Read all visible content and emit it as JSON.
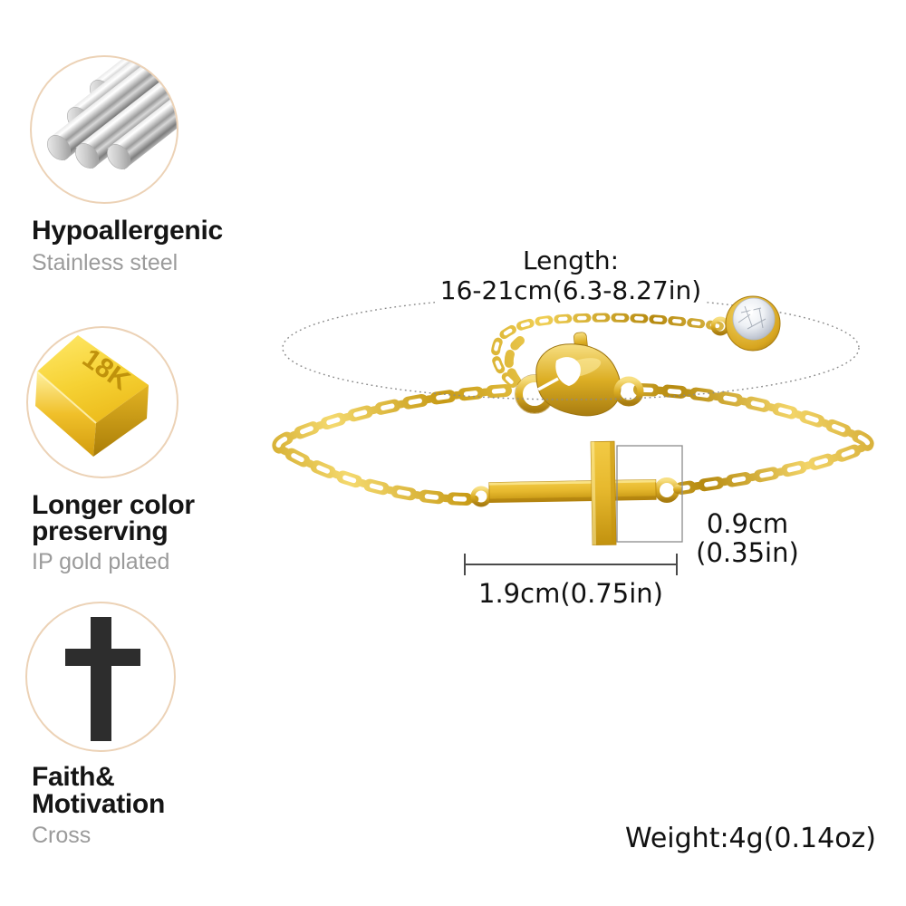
{
  "features": [
    {
      "title": "Hypoallergenic",
      "subtitle": "Stainless steel",
      "icon": "stainless-steel-rods"
    },
    {
      "title_line1": "Longer color",
      "title_line2": "preserving",
      "subtitle": "IP gold plated",
      "icon": "gold-bar-18k",
      "bar_text": "18K"
    },
    {
      "title_line1": "Faith&",
      "title_line2": "Motivation",
      "subtitle": "Cross",
      "icon": "black-cross"
    }
  ],
  "product": {
    "length_label": "Length:",
    "length_value": "16-21cm(6.3-8.27in)",
    "pendant_height": "0.9cm",
    "pendant_height_in": "(0.35in)",
    "pendant_width": "1.9cm(0.75in)",
    "weight": "Weight:4g(0.14oz)"
  },
  "colors": {
    "gold": "#d7a51f",
    "gold_light": "#f4d96e",
    "gold_dark": "#a87c10",
    "circle_border": "#ecd2b6",
    "heading_text": "#151515",
    "sub_text": "#9b9b9b",
    "annotation_text": "#111111",
    "measure_line": "#4a4a4a",
    "ellipse_dots": "#8a8a8a"
  }
}
